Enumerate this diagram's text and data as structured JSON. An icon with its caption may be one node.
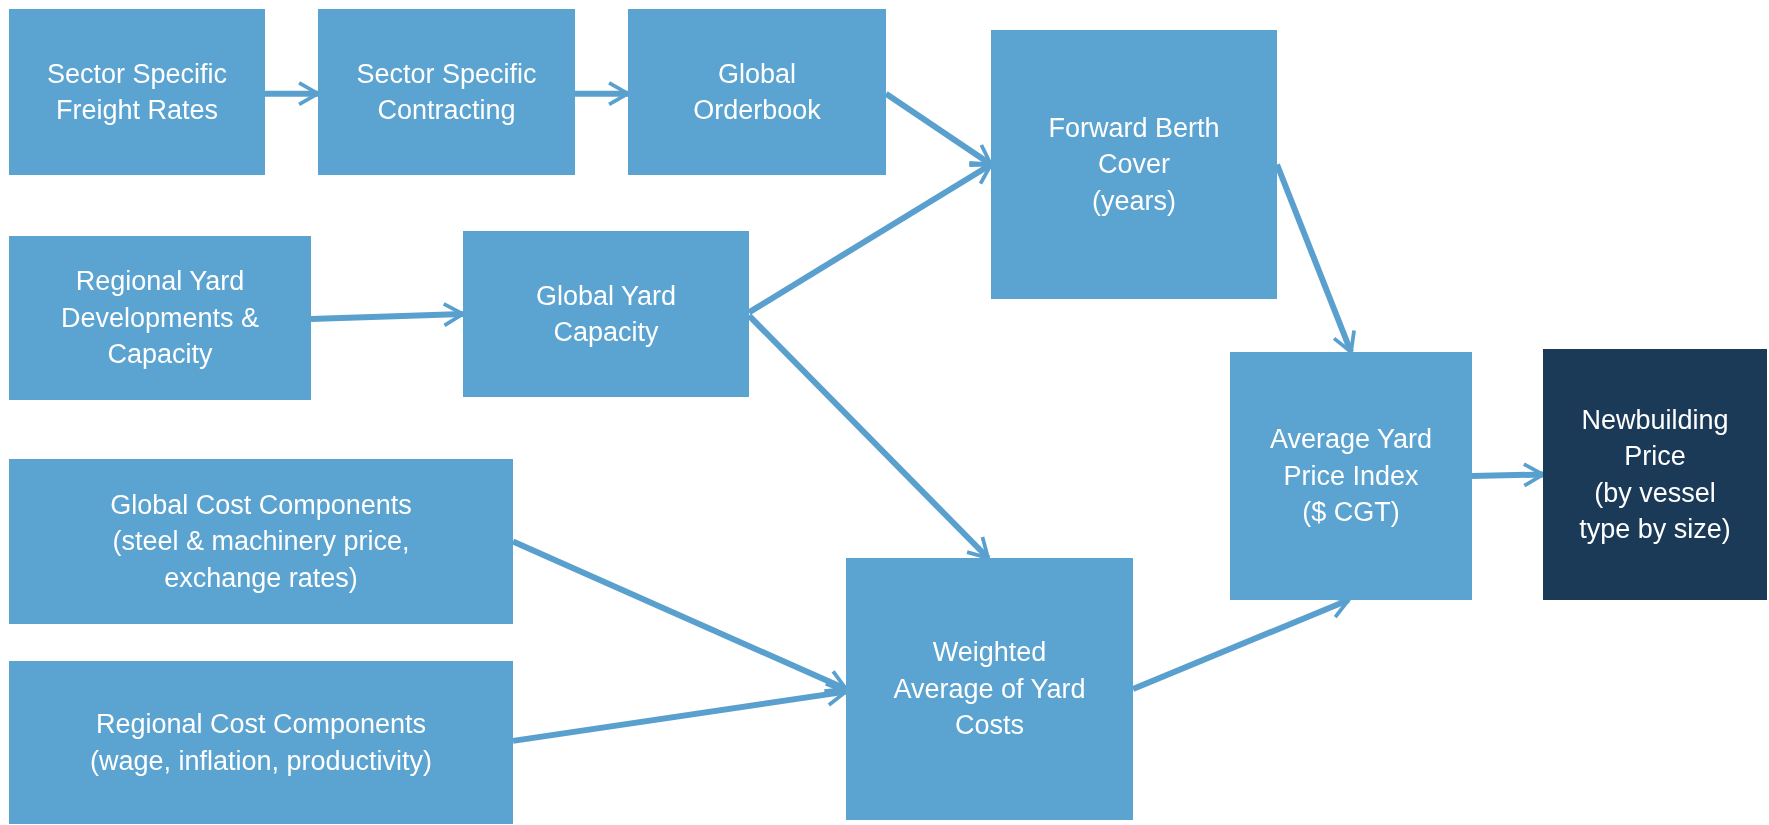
{
  "diagram": {
    "nodes": [
      {
        "text": [
          "Sector Specific Freight Rates"
        ]
      },
      {
        "text": [
          "Sector Specific Contracting"
        ]
      },
      {
        "text": [
          "Global Orderbook"
        ]
      },
      {
        "text": [
          "Forward Berth Cover",
          "(years)"
        ]
      },
      {
        "text": [
          "Regional Yard Developments & Capacity"
        ]
      },
      {
        "text": [
          "Global Yard Capacity"
        ]
      },
      {
        "text": [
          "Global Cost Components",
          "(steel & machinery price, exchange rates)"
        ]
      },
      {
        "text": [
          "Regional Cost Components",
          "(wage, inflation, productivity)"
        ]
      },
      {
        "text": [
          "Weighted Average of Yard Costs"
        ]
      },
      {
        "text": [
          "Average Yard Price Index",
          "($ CGT)"
        ]
      },
      {
        "text": [
          "Newbuilding Price",
          "(by vessel type by size)"
        ]
      }
    ],
    "edges": [
      {
        "from": 0,
        "to": 1,
        "arrow": "to"
      },
      {
        "from": 1,
        "to": 2,
        "arrow": "to"
      },
      {
        "from": 2,
        "to": 3,
        "arrow": "to"
      },
      {
        "from": 5,
        "to": 3,
        "arrow": "to"
      },
      {
        "from": 4,
        "to": 5,
        "arrow": "to"
      },
      {
        "from": 5,
        "to": 8,
        "arrow": "to"
      },
      {
        "from": 6,
        "to": 8,
        "arrow": "to"
      },
      {
        "from": 7,
        "to": 8,
        "arrow": "to"
      },
      {
        "from": 3,
        "to": 9,
        "arrow": "to"
      },
      {
        "from": 8,
        "to": 9,
        "arrow": "to"
      },
      {
        "from": 9,
        "to": 10,
        "arrow": "to"
      }
    ]
  }
}
